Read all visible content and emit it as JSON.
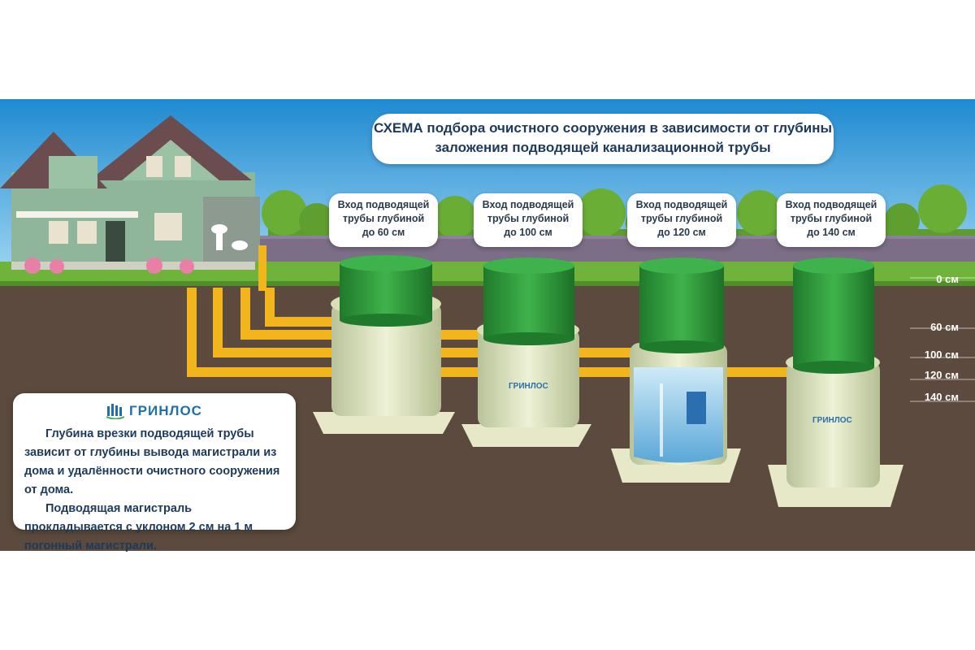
{
  "title": {
    "line1": "СХЕМА подбора очистного сооружения в зависимости от глубины",
    "line2": "заложения подводящей канализационной трубы"
  },
  "inlets": [
    {
      "line1": "Вход подводящей",
      "line2": "трубы глубиной",
      "line3": "до 60 см"
    },
    {
      "line1": "Вход подводящей",
      "line2": "трубы глубиной",
      "line3": "до 100 см"
    },
    {
      "line1": "Вход подводящей",
      "line2": "трубы глубиной",
      "line3": "до 120 см"
    },
    {
      "line1": "Вход подводящей",
      "line2": "трубы глубиной",
      "line3": "до 140 см"
    }
  ],
  "depth_scale": [
    "0 см",
    "60 см",
    "100 см",
    "120 см",
    "140 см"
  ],
  "info": {
    "logo": "ГРИНЛОС",
    "paragraph1": "Глубина врезки подводящей трубы зависит от глубины вывода магистрали из дома и удалённости очистного сооружения от дома.",
    "paragraph2": "Подводящая магистраль прокладывается с уклоном 2 см на 1 м погонный магистрали."
  },
  "tank_logo": "ГРИНЛОС",
  "colors": {
    "sky": "#3aa0d8",
    "soil": "#5b4a3d",
    "grass": "#6fb33a",
    "tank_green": "#2f9a3a",
    "tank_body": "#dfe6c4",
    "pipe": "#f2b51c"
  }
}
